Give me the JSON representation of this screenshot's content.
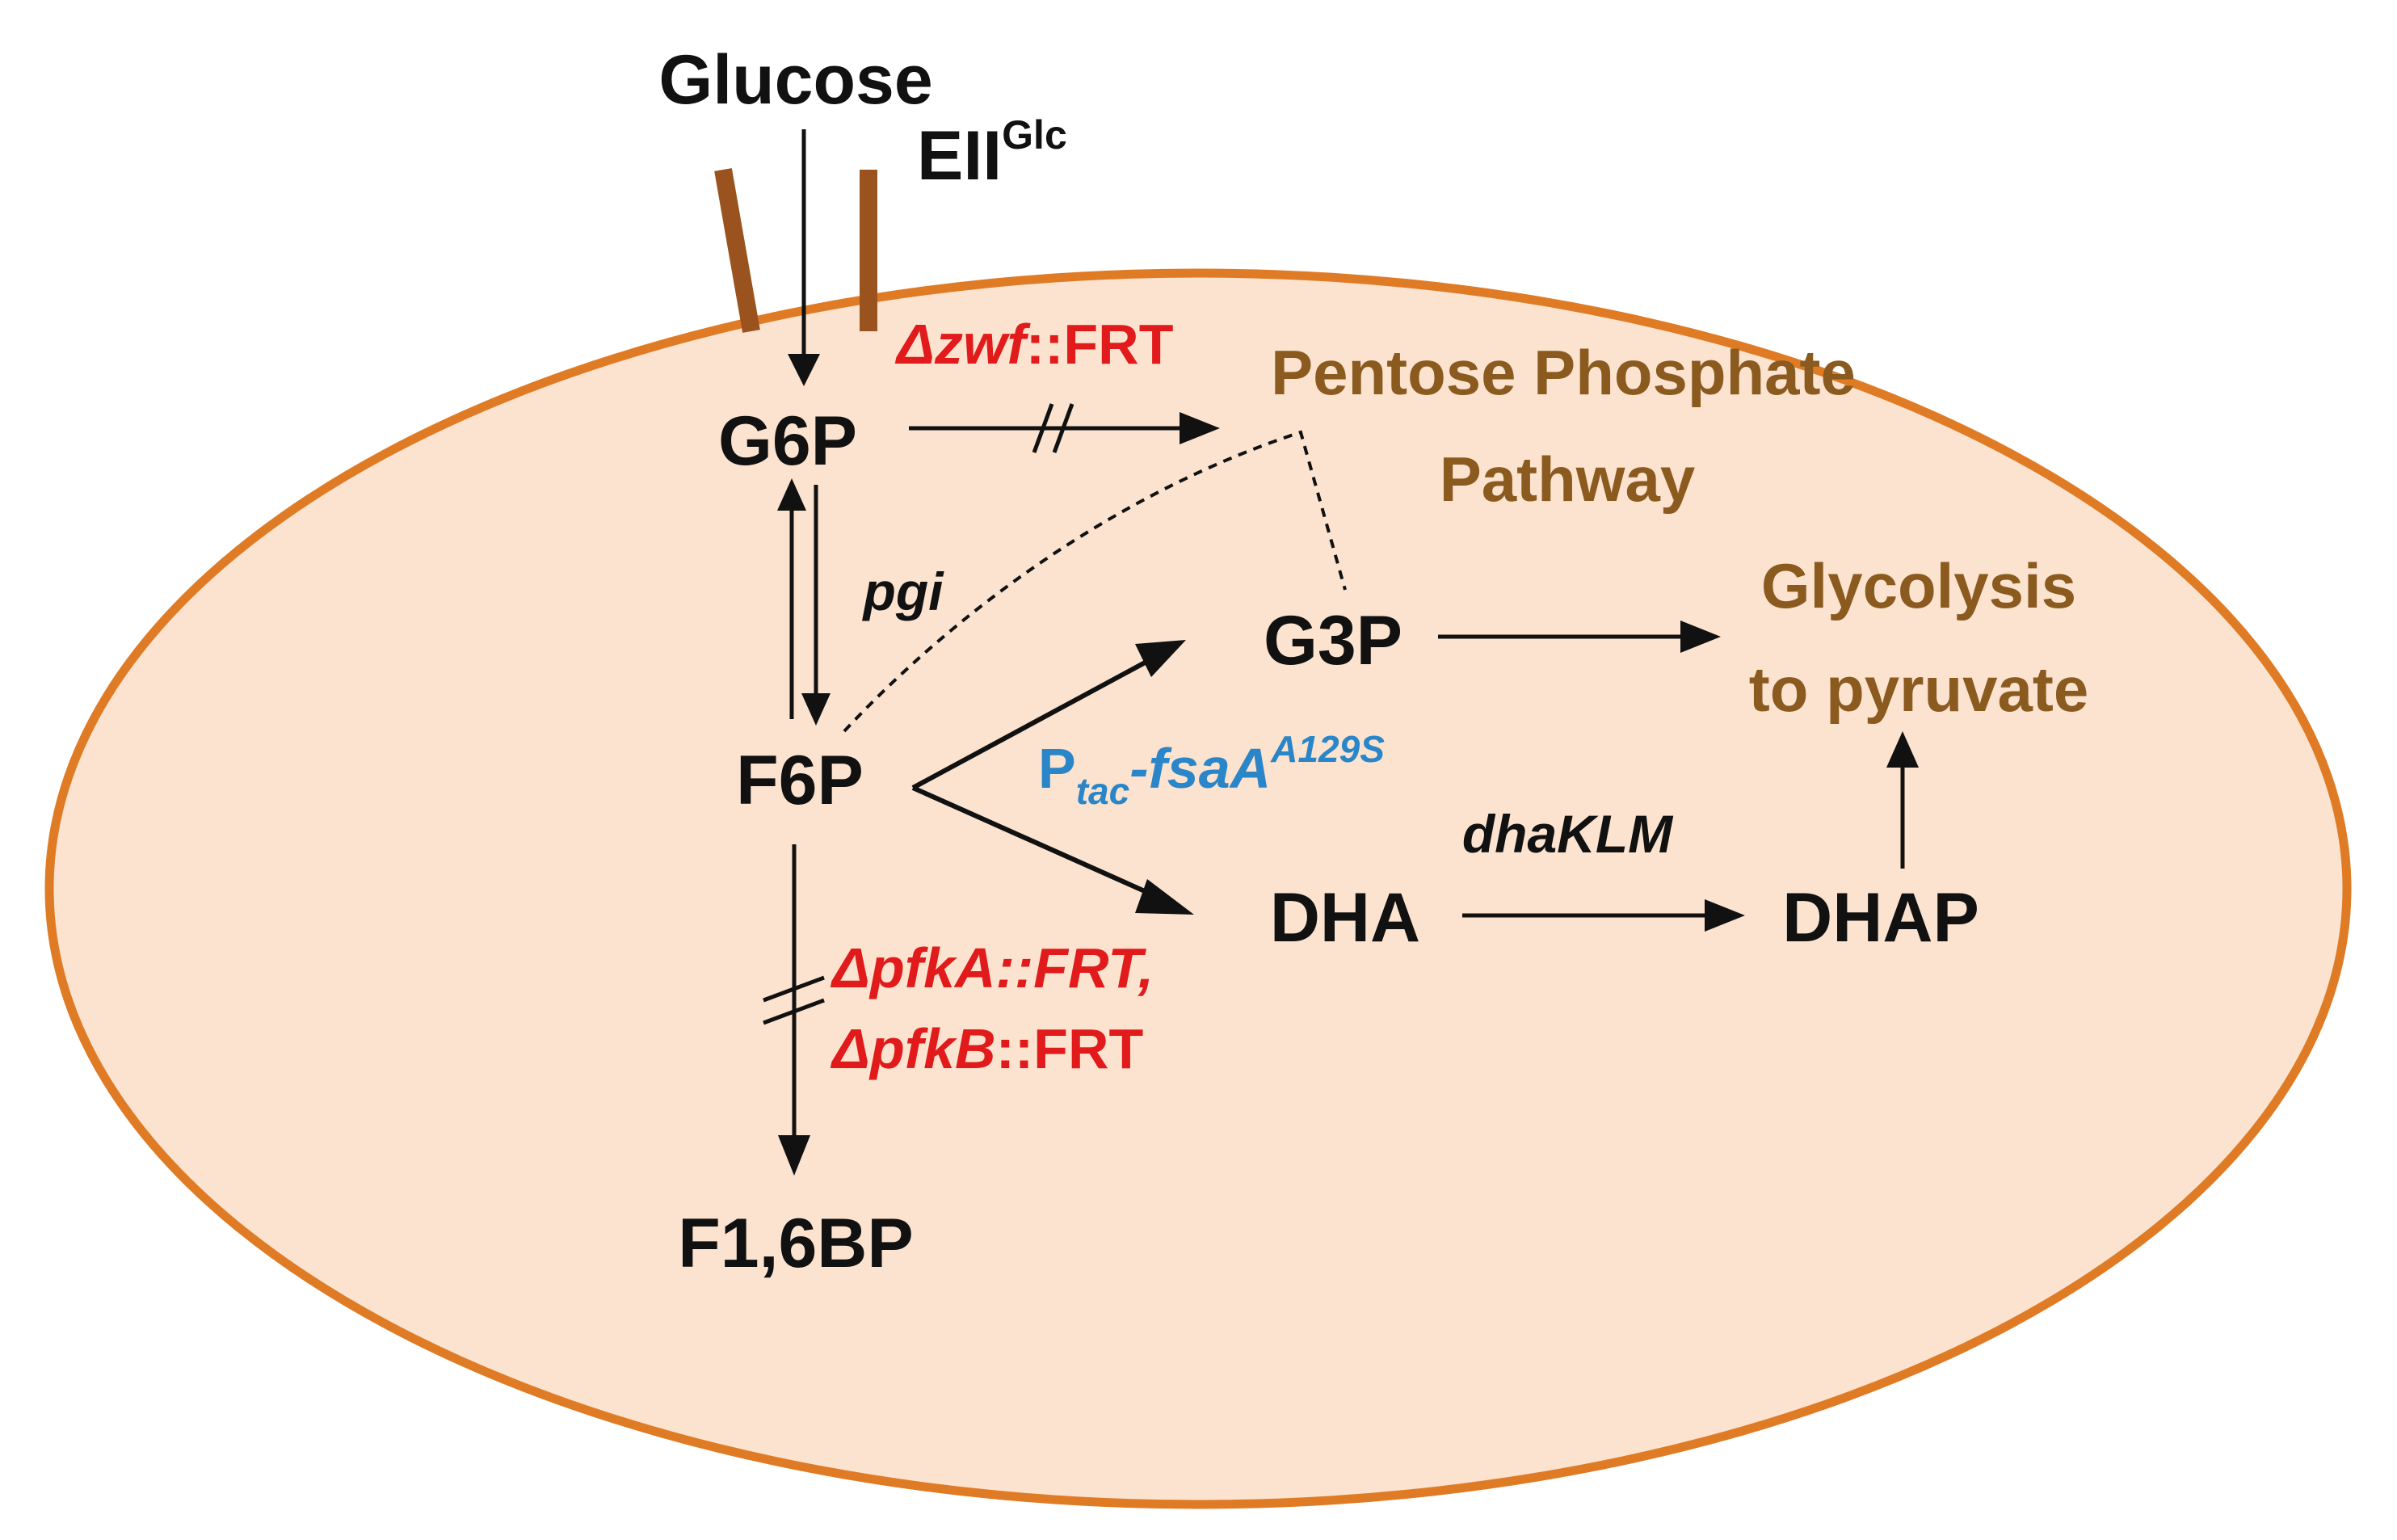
{
  "metabolites": {
    "glucose": "Glucose",
    "g6p": "G6P",
    "f6p": "F6P",
    "f16bp": "F1,6BP",
    "g3p": "G3P",
    "dha": "DHA",
    "dhap": "DHAP"
  },
  "transporter": {
    "base": "EII",
    "superscript": "Glc"
  },
  "pathways": {
    "ppp_line1": "Pentose Phosphate",
    "ppp_line2": "Pathway",
    "glycolysis_line1": "Glycolysis",
    "glycolysis_line2": "to pyruvate"
  },
  "enzymes": {
    "pgi": "pgi",
    "dhaklm": "dhaKLM"
  },
  "modifications": {
    "zwf_gene": "Δzwf",
    "zwf_suffix": "::FRT",
    "pfka_gene": "ΔpfkA",
    "pfka_suffix": "::FRT,",
    "pfkb_gene": "ΔpfkB",
    "pfkb_suffix": "::FRT",
    "promoter_base": "P",
    "promoter_sub": "tac",
    "fsa_gene": "-fsaA",
    "fsa_sup": "A129S"
  },
  "colors": {
    "cell_fill": "#fbe3d0",
    "cell_border": "#e07b25",
    "membrane_channel": "#9a531e",
    "pathway_text": "#8a5a1f",
    "deletion_text": "#e11b1b",
    "overexpression_text": "#2a86c8",
    "arrow": "#111111"
  }
}
